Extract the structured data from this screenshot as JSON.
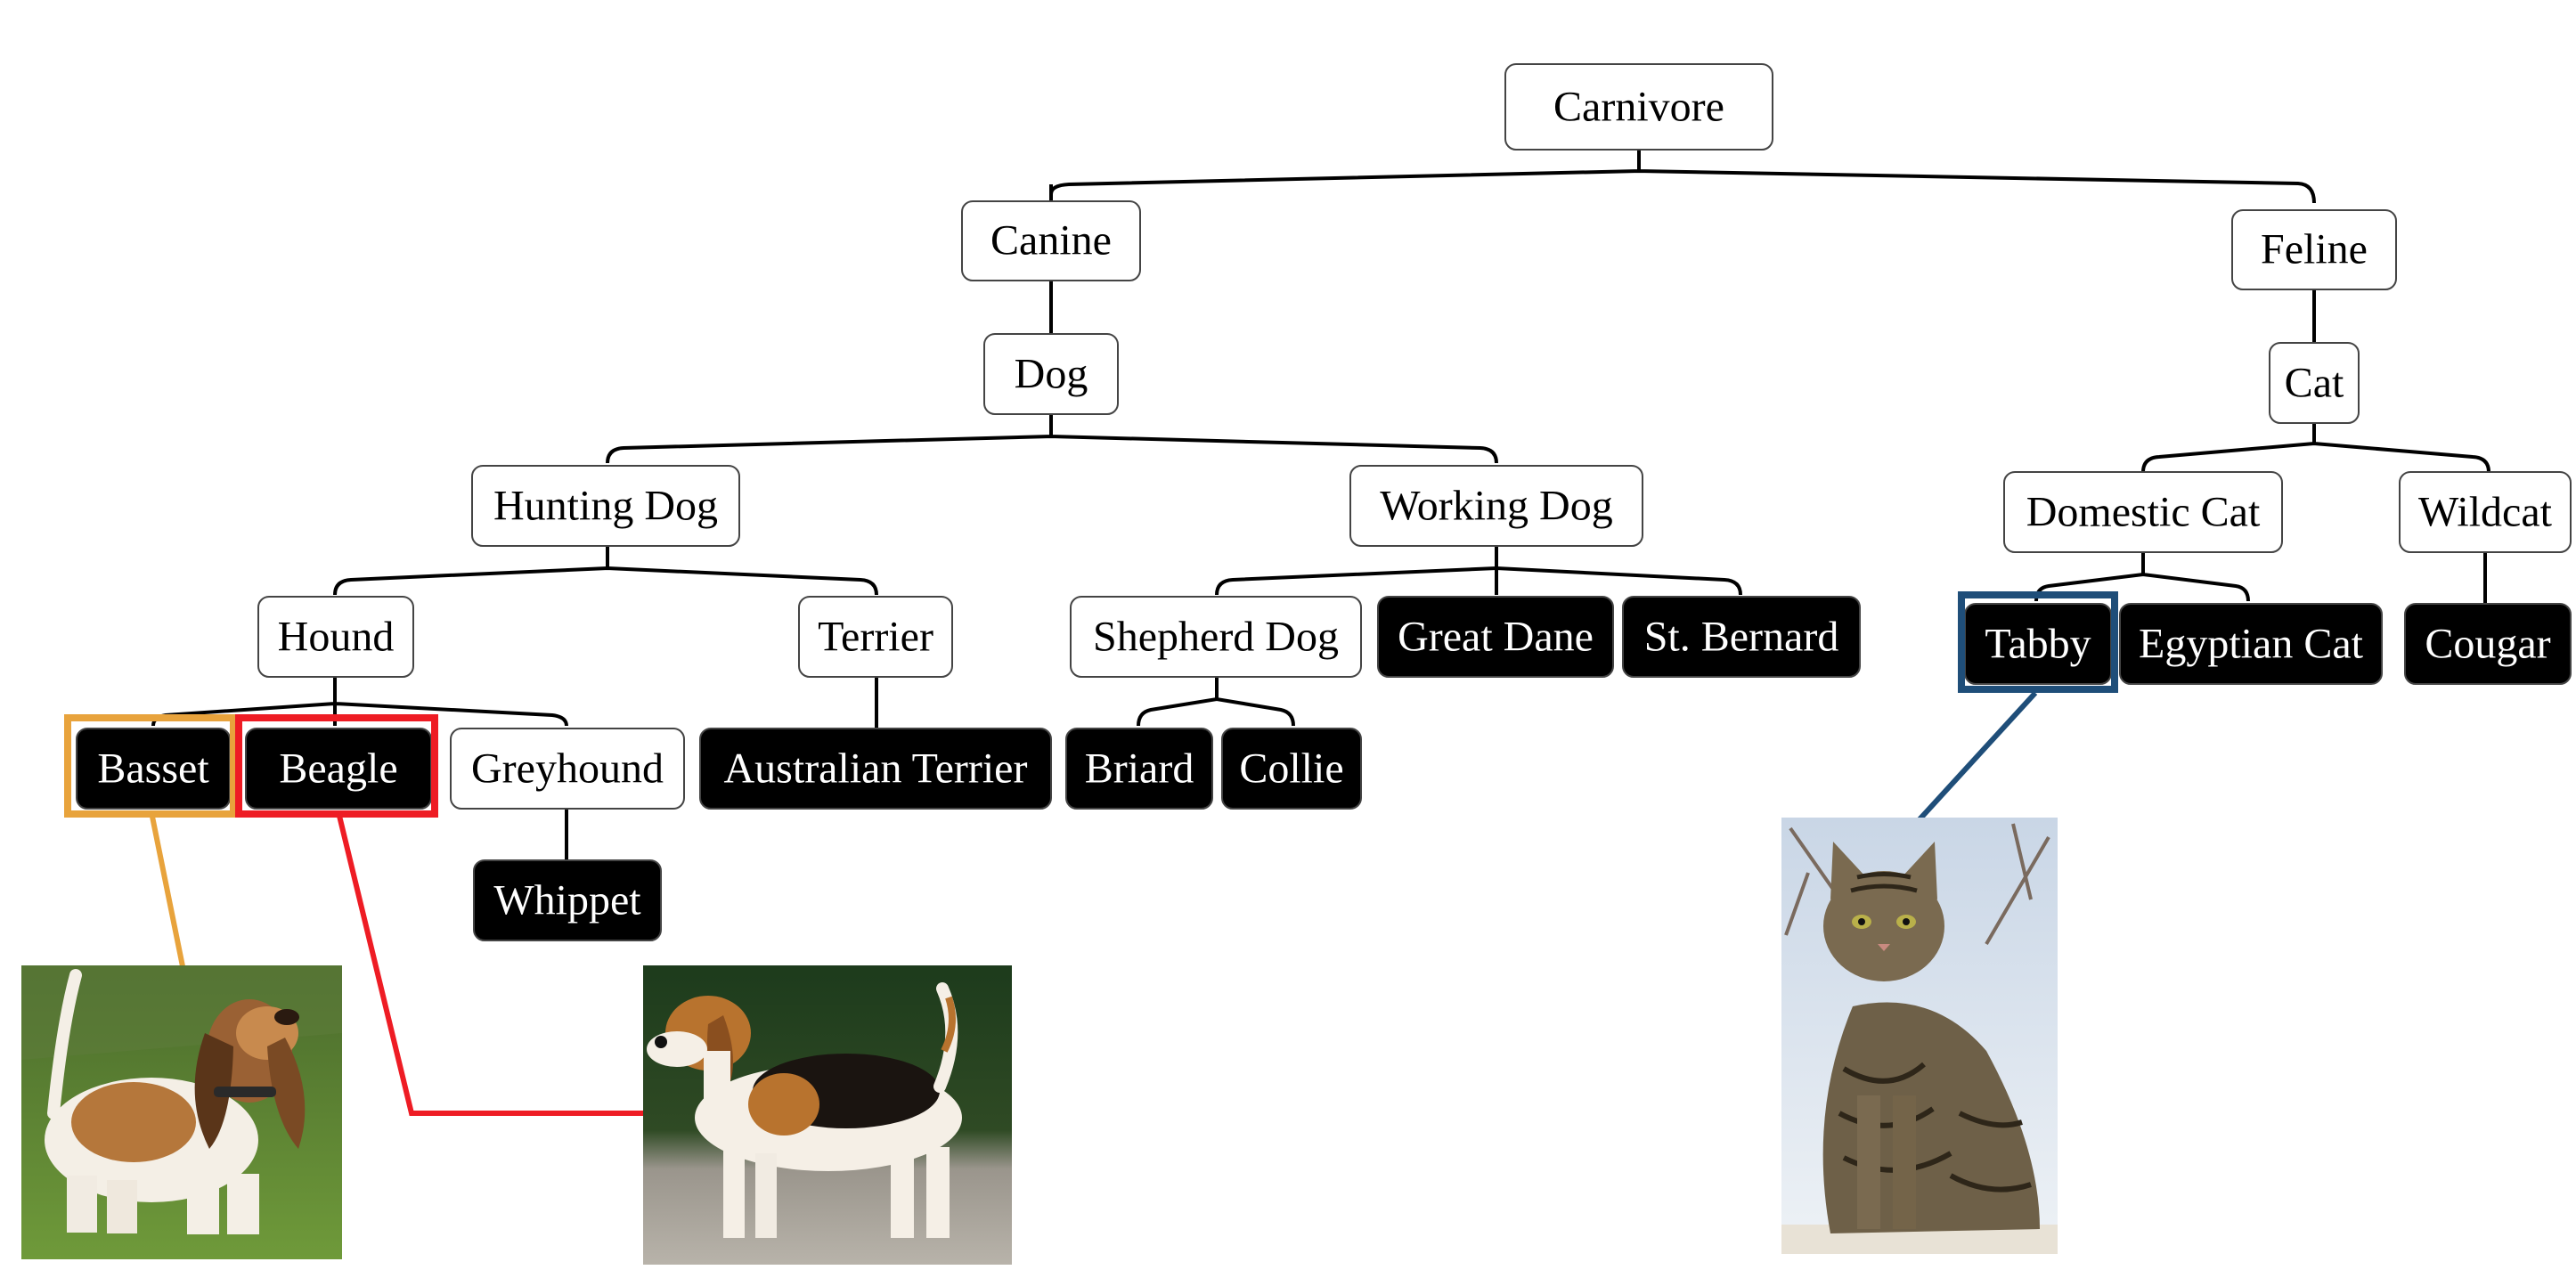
{
  "tree": {
    "nodes": {
      "carnivore": {
        "label": "Carnivore",
        "leaf": false
      },
      "canine": {
        "label": "Canine",
        "leaf": false
      },
      "feline": {
        "label": "Feline",
        "leaf": false
      },
      "dog": {
        "label": "Dog",
        "leaf": false
      },
      "cat": {
        "label": "Cat",
        "leaf": false
      },
      "hunting_dog": {
        "label": "Hunting Dog",
        "leaf": false
      },
      "working_dog": {
        "label": "Working Dog",
        "leaf": false
      },
      "domestic_cat": {
        "label": "Domestic Cat",
        "leaf": false
      },
      "wildcat": {
        "label": "Wildcat",
        "leaf": false
      },
      "hound": {
        "label": "Hound",
        "leaf": false
      },
      "terrier": {
        "label": "Terrier",
        "leaf": false
      },
      "shepherd_dog": {
        "label": "Shepherd Dog",
        "leaf": false
      },
      "great_dane": {
        "label": "Great Dane",
        "leaf": true
      },
      "st_bernard": {
        "label": "St. Bernard",
        "leaf": true
      },
      "tabby": {
        "label": "Tabby",
        "leaf": true
      },
      "egyptian_cat": {
        "label": "Egyptian Cat",
        "leaf": true
      },
      "cougar": {
        "label": "Cougar",
        "leaf": true
      },
      "basset": {
        "label": "Basset",
        "leaf": true
      },
      "beagle": {
        "label": "Beagle",
        "leaf": true
      },
      "greyhound": {
        "label": "Greyhound",
        "leaf": false
      },
      "australian_terrier": {
        "label": "Australian Terrier",
        "leaf": true
      },
      "briard": {
        "label": "Briard",
        "leaf": true
      },
      "collie": {
        "label": "Collie",
        "leaf": true
      },
      "whippet": {
        "label": "Whippet",
        "leaf": true
      }
    }
  },
  "highlights": {
    "basset": {
      "color": "#e8a33c",
      "photo": "basset-hound-photo"
    },
    "beagle": {
      "color": "#ee1c24",
      "photo": "beagle-photo"
    },
    "tabby": {
      "color": "#1f4e79",
      "photo": "tabby-cat-photo"
    }
  }
}
